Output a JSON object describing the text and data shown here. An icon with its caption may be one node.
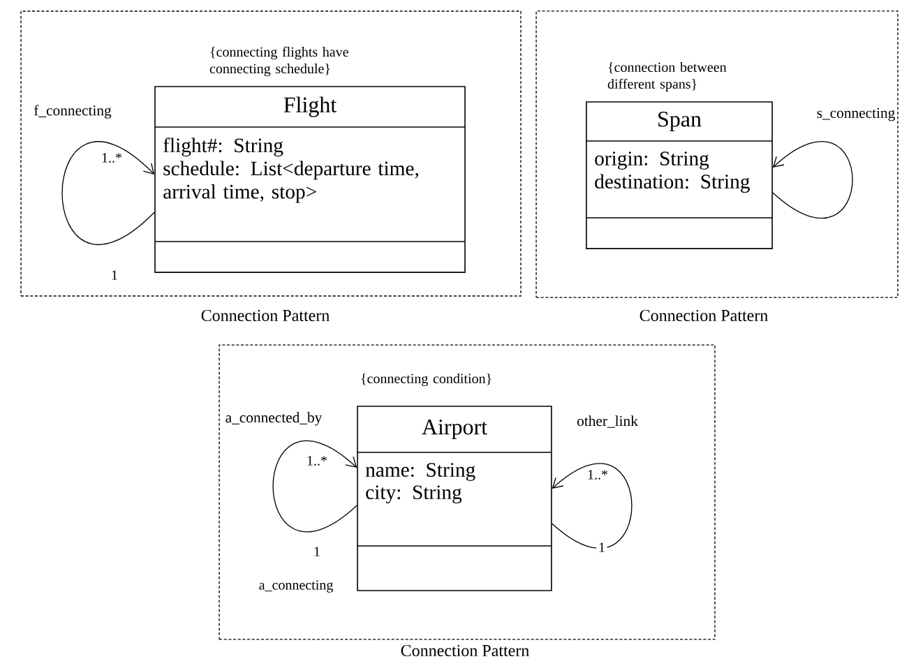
{
  "diagram": {
    "nodes": [
      {
        "text": [],
        "shape": "box",
        "beside": [
          "Connection Pattern"
        ]
      },
      {
        "text": [
          "Flight",
          "flight#: String",
          "schedule: List<departure time, arrival time, stop>"
        ],
        "in": 0,
        "beside": [
          "{connecting flights have connecting schedule}"
        ]
      },
      {
        "text": [],
        "shape": "box",
        "beside": [
          "Connection Pattern"
        ]
      },
      {
        "text": [
          "Span",
          "origin: String",
          "destination: String"
        ],
        "in": 2,
        "beside": [
          "{connection between different spans}"
        ]
      },
      {
        "text": [],
        "shape": "box",
        "beside": [
          "Connection Pattern"
        ]
      },
      {
        "text": [
          "Airport",
          "name:  String",
          "city: String"
        ],
        "in": 4,
        "beside": [
          "{connecting condition}"
        ]
      }
    ],
    "edges": [
      {
        "from": 1,
        "to": 1,
        "arrow": "to",
        "label": "f_connecting"
      },
      {
        "from": 3,
        "to": 3,
        "arrow": "to",
        "label": "s_connecting"
      },
      {
        "from": 5,
        "to": 5,
        "arrow": "to",
        "label": "a_connected_by"
      },
      {
        "from": 5,
        "to": 5,
        "arrow": "to",
        "label": "other_link"
      }
    ],
    "labels": [
      "1..*",
      "1",
      "1..*",
      "1",
      "a_connecting",
      "1..*",
      "1"
    ]
  }
}
